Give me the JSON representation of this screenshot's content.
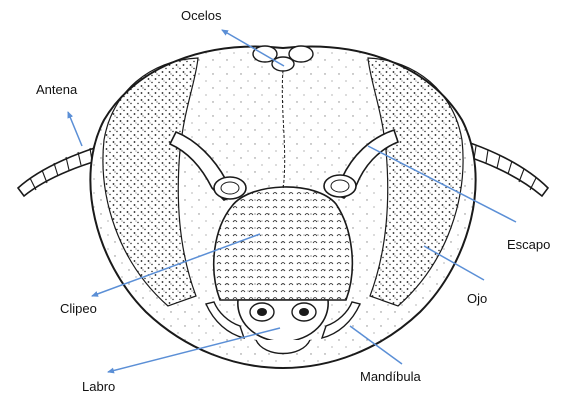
{
  "labels": {
    "ocelos": "Ocelos",
    "antena": "Antena",
    "escapo": "Escapo",
    "ojo": "Ojo",
    "clipeo": "Clipeo",
    "labro": "Labro",
    "mandibula": "Mandíbula"
  },
  "colors": {
    "arrow": "#5b8fd6",
    "outline": "#1a1a1a",
    "text": "#111111"
  }
}
